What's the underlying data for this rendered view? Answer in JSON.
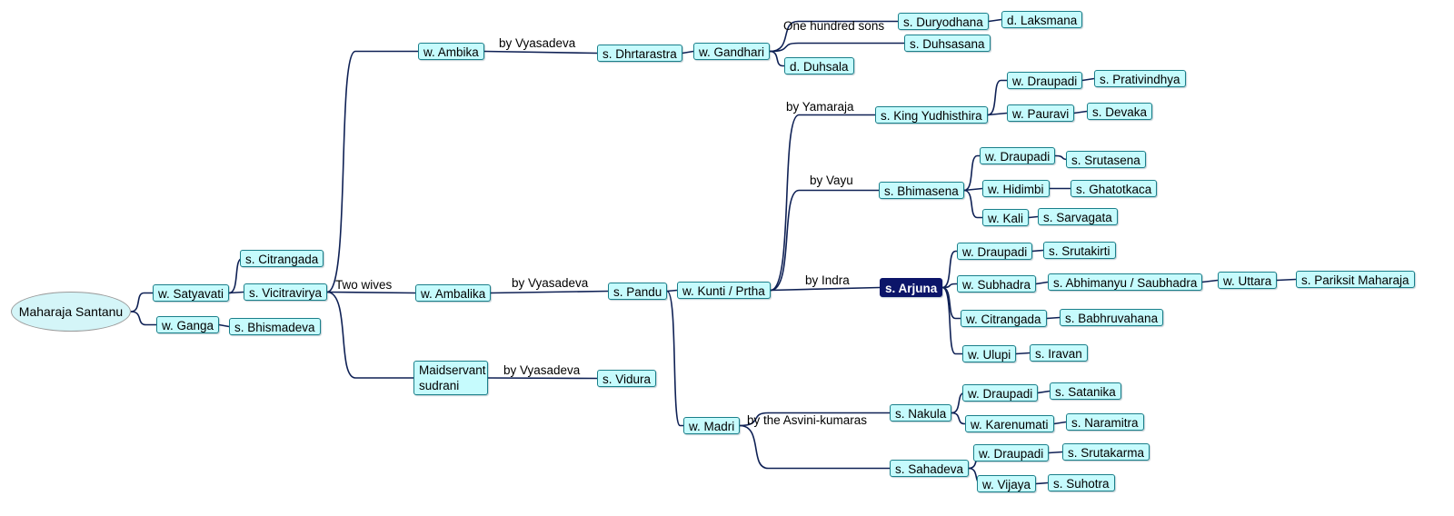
{
  "root": "Maharaja Santanu",
  "nodes": {
    "satyavati": "w. Satyavati",
    "ganga": "w. Ganga",
    "bhismadeva": "s. Bhismadeva",
    "citrangada": "s. Citrangada",
    "vicitravirya": "s. Vicitravirya",
    "ambika": "w. Ambika",
    "ambalika": "w. Ambalika",
    "maidservant": "Maidservant sudrani",
    "dhrtarastra": "s. Dhrtarastra",
    "pandu": "s. Pandu",
    "vidura": "s. Vidura",
    "gandhari": "w. Gandhari",
    "duryodhana": "s. Duryodhana",
    "laksmana": "d. Laksmana",
    "duhsasana": "s. Duhsasana",
    "duhsala": "d. Duhsala",
    "kunti": "w. Kunti / Prtha",
    "madri": "w. Madri",
    "yudhisthira": "s. King Yudhisthira",
    "yud_draupadi": "w. Draupadi",
    "prativindhya": "s. Prativindhya",
    "pauravi": "w. Pauravi",
    "devaka": "s. Devaka",
    "bhimasena": "s. Bhimasena",
    "bhim_draupadi": "w. Draupadi",
    "srutasena": "s. Srutasena",
    "hidimbi": "w. Hidimbi",
    "ghatotkaca": "s. Ghatotkaca",
    "kali": "w. Kali",
    "sarvagata": "s. Sarvagata",
    "arjuna": "s. Arjuna",
    "arj_draupadi": "w. Draupadi",
    "srutakirti": "s. Srutakirti",
    "subhadra": "w. Subhadra",
    "abhimanyu": "s. Abhimanyu / Saubhadra",
    "uttara": "w. Uttara",
    "pariksit": "s. Pariksit Maharaja",
    "arj_citrangada": "w. Citrangada",
    "babhruvahana": "s. Babhruvahana",
    "ulupi": "w. Ulupi",
    "iravan": "s. Iravan",
    "nakula": "s. Nakula",
    "nak_draupadi": "w. Draupadi",
    "satanika": "s. Satanika",
    "karenumati": "w. Karenumati",
    "naramitra": "s. Naramitra",
    "sahadeva": "s. Sahadeva",
    "sah_draupadi": "w. Draupadi",
    "srutakarma": "s. Srutakarma",
    "vijaya": "w. Vijaya",
    "suhotra": "s. Suhotra"
  },
  "edge_labels": {
    "two_wives": "Two wives",
    "ambika_vyasadeva": "by Vyasadeva",
    "ambalika_vyasadeva": "by Vyasadeva",
    "maid_vyasadeva": "by Vyasadeva",
    "hundred_sons": "One hundred sons",
    "yamaraja": "by Yamaraja",
    "vayu": "by Vayu",
    "indra": "by Indra",
    "asvini": "by the Asvini-kumaras"
  },
  "colors": {
    "node_fill": "#c6fbfd",
    "node_border": "#1a7f8a",
    "highlight_fill": "#0c1569",
    "highlight_text": "#ffffff",
    "connector": "#0f2155",
    "root_fill": "#d4f5f8"
  }
}
